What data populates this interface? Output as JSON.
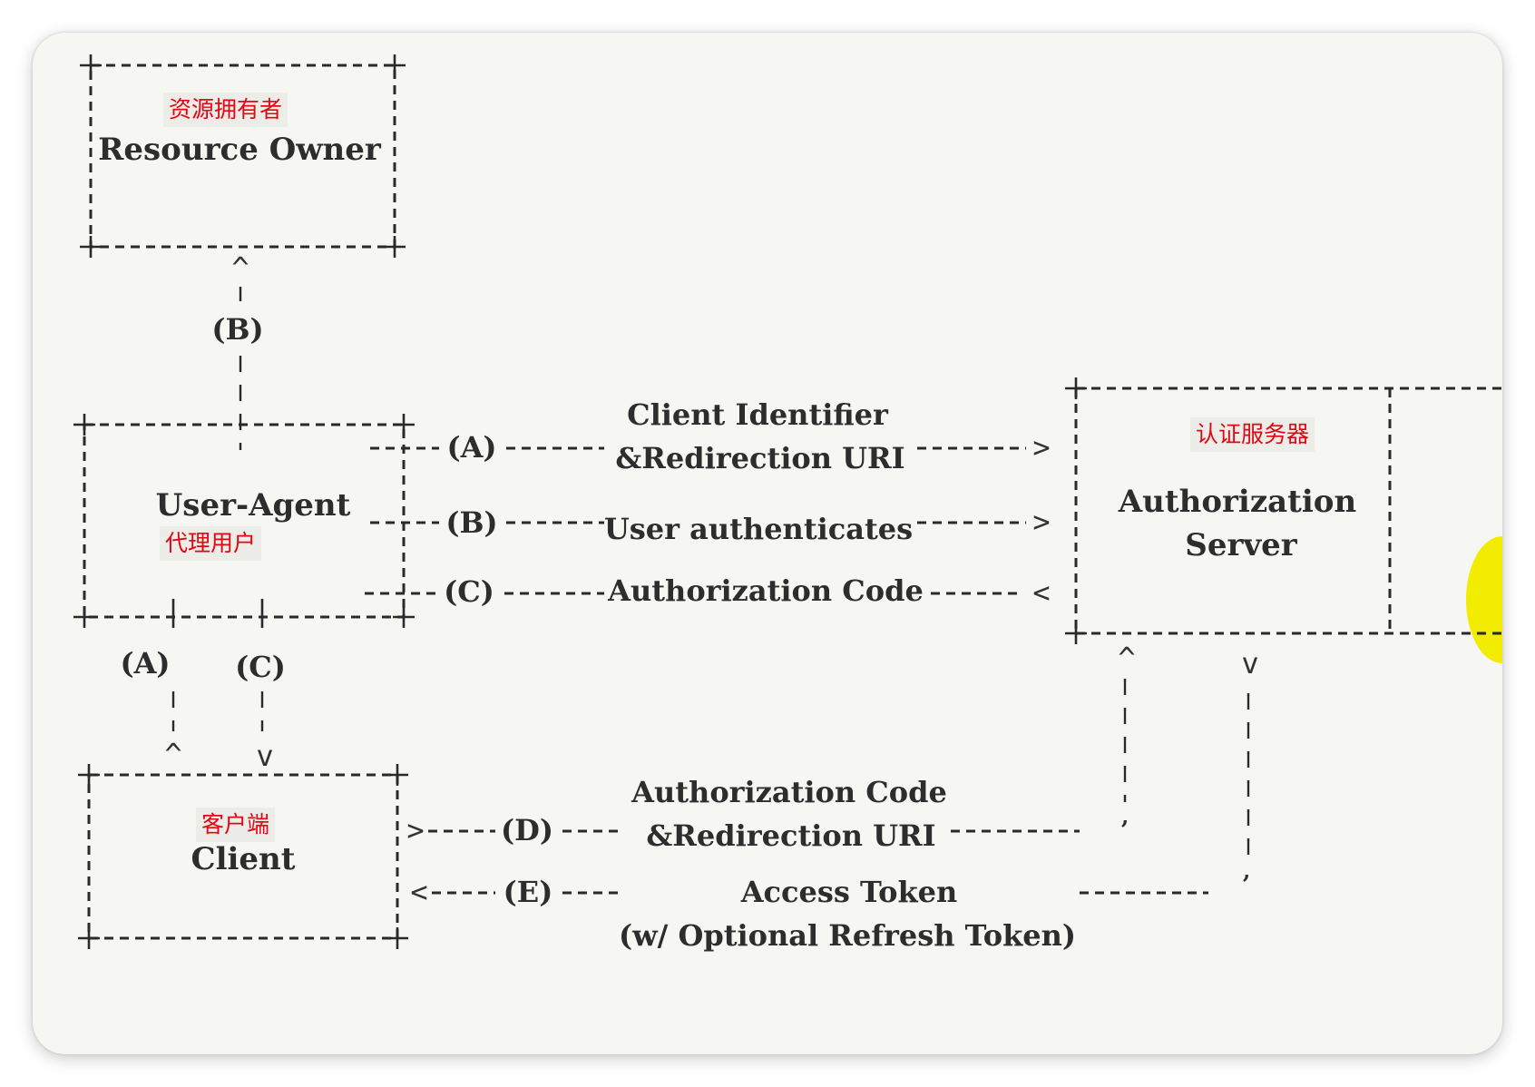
{
  "nodes": {
    "resource_owner": {
      "zh": "资源拥有者",
      "en": "Resource Owner"
    },
    "user_agent": {
      "zh": "代理用户",
      "en": "User-Agent"
    },
    "client": {
      "zh": "客户端",
      "en": "Client"
    },
    "authorization_server": {
      "zh": "认证服务器",
      "en_line1": "Authorization",
      "en_line2": "Server"
    }
  },
  "flows": {
    "b_up": "(B)",
    "a_left": "(A)",
    "c_left": "(C)",
    "a_mid": "(A)",
    "b_mid": "(B)",
    "c_mid": "(C)",
    "d_bottom": "(D)",
    "e_bottom": "(E)"
  },
  "labels": {
    "a_line1": "Client Identifier",
    "a_line2": "&Redirection URI",
    "b": "User authenticates",
    "c": "Authorization Code",
    "d_line1": "Authorization Code",
    "d_line2": "&Redirection URI",
    "e_line1": "Access Token",
    "e_line2": "(w/ Optional Refresh Token)"
  },
  "colors": {
    "chinese_label": "#e30613",
    "line": "#2a2a2a",
    "highlight": "#f2ec00"
  }
}
